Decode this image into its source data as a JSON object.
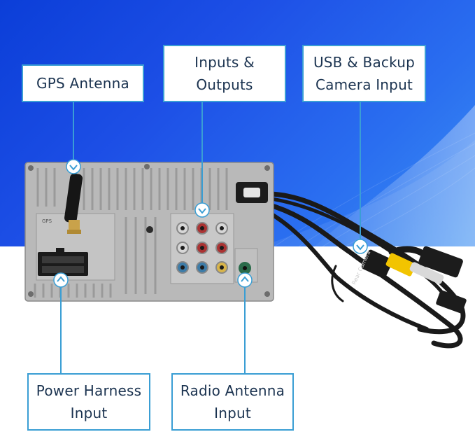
{
  "callouts": {
    "gps_antenna": "GPS Antenna",
    "inputs_outputs": "Inputs &\nOutputs",
    "usb_backup_camera": "USB & Backup\nCamera Input",
    "power_harness": "Power Harness\nInput",
    "radio_antenna": "Radio Antenna\nInput"
  },
  "colors": {
    "callout_border": "#3a9ed4",
    "callout_text": "#1b3350",
    "background_blue": "#1d4fe6"
  }
}
